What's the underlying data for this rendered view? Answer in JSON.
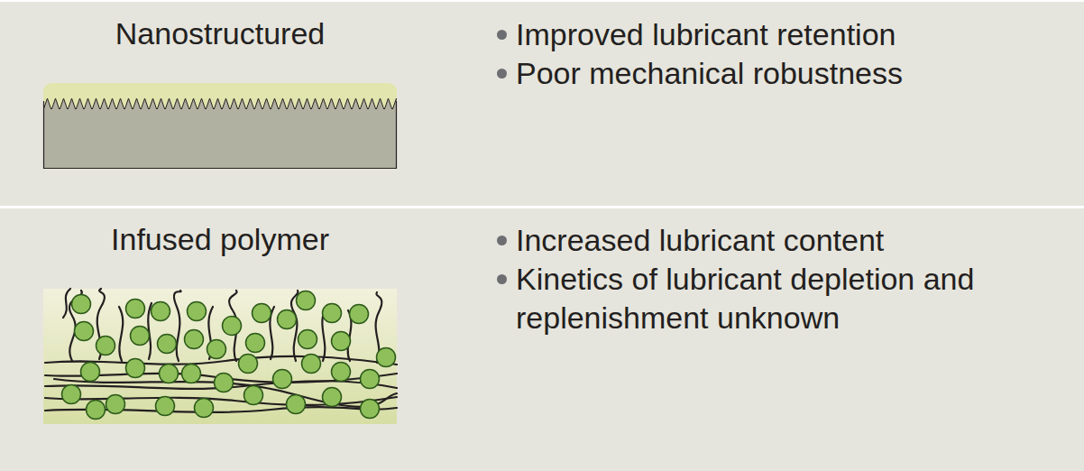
{
  "diagram": {
    "nodes": [
      {
        "text": [
          "Nanostructured",
          "Improved lubricant retention",
          "Poor mechanical robustness"
        ]
      },
      {
        "text": [
          "Infused polymer",
          "Increased lubricant content",
          "Kinetics of lubricant depletion and replenishment unknown"
        ]
      }
    ]
  }
}
